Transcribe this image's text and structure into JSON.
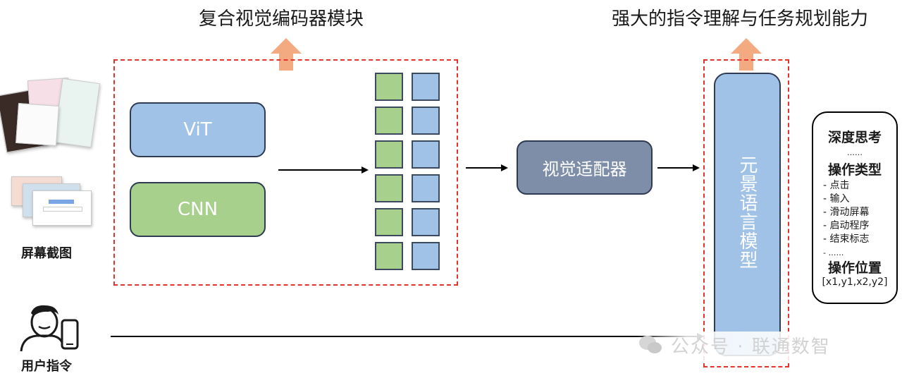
{
  "titles": {
    "vision_encoder": "复合视觉编码器模块",
    "capability": "强大的指令理解与任务规划能力"
  },
  "encoders": {
    "vit": "ViT",
    "cnn": "CNN"
  },
  "adapter": "视觉适配器",
  "llm": "元景语言模型",
  "inputs": {
    "screenshot": "屏幕截图",
    "instruction": "用户指令"
  },
  "output_panel": {
    "deep_thinking": "深度思考",
    "ellipsis1": "……",
    "action_type": "操作类型",
    "actions": [
      "- 点击",
      "- 输入",
      "- 滑动屏幕",
      "- 启动程序",
      "- 结束标志",
      "-   ……"
    ],
    "action_position": "操作位置",
    "coords": "[x1,y1,x2,y2]"
  },
  "watermark": "公众号 · 联通数智",
  "colors": {
    "vit_fill": "#9fc2e6",
    "cnn_fill": "#a6d08b",
    "adapter_fill": "#7f8ea8",
    "dashed_border": "#e5322d",
    "up_arrow": "#f4aa80"
  },
  "token_rows": 6
}
